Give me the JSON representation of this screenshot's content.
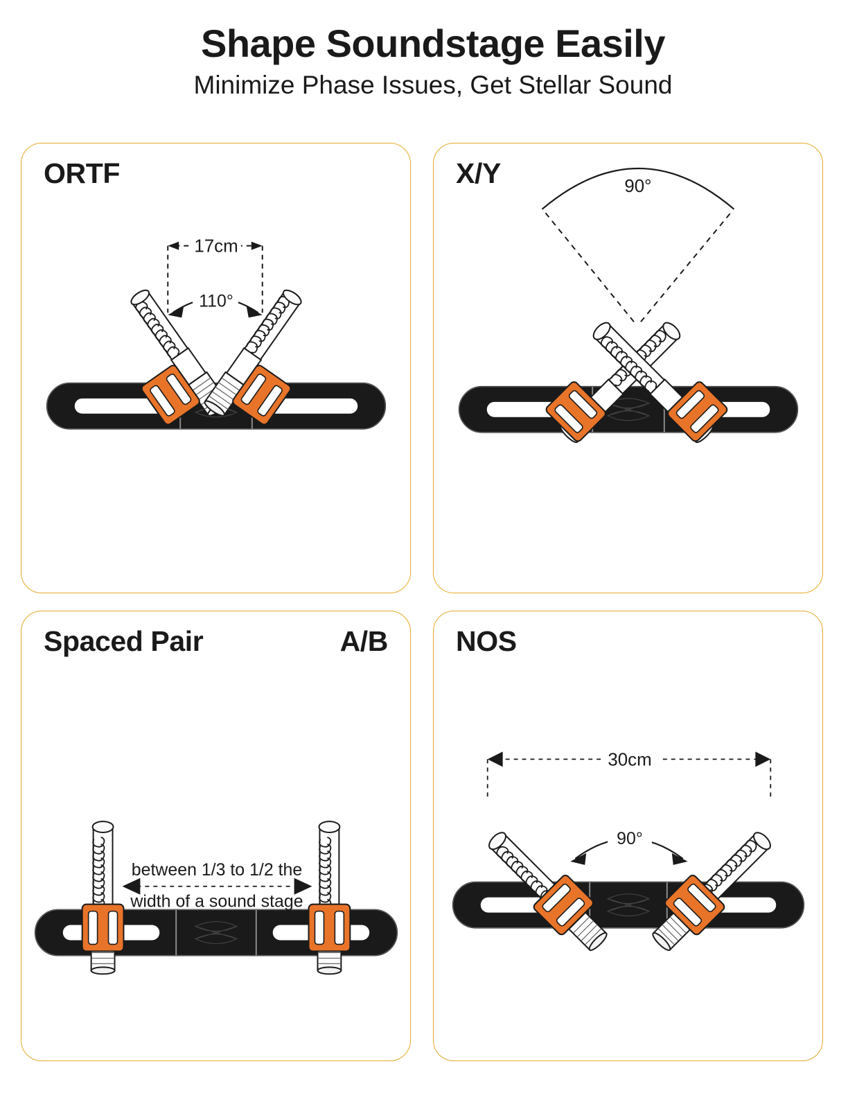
{
  "header": {
    "title": "Shape Soundstage Easily",
    "subtitle": "Minimize Phase Issues, Get Stellar Sound"
  },
  "colors": {
    "card_border": "#e3a92b",
    "clamp_orange": "#e8742a",
    "bar_black": "#1a1a1a",
    "text": "#1a1a1a",
    "body_white": "#ffffff"
  },
  "cards": [
    {
      "id": "ortf",
      "title": "ORTF",
      "title_right": "",
      "annotations": {
        "spacing": "17cm",
        "angle": "110°"
      }
    },
    {
      "id": "xy",
      "title": "X/Y",
      "title_right": "",
      "annotations": {
        "angle": "90°"
      }
    },
    {
      "id": "spaced-pair",
      "title": "Spaced Pair",
      "title_right": "A/B",
      "annotations": {
        "note_line1": "between 1/3 to 1/2 the",
        "note_line2": "width of a sound stage"
      }
    },
    {
      "id": "nos",
      "title": "NOS",
      "title_right": "",
      "annotations": {
        "spacing": "30cm",
        "angle": "90°"
      }
    }
  ]
}
